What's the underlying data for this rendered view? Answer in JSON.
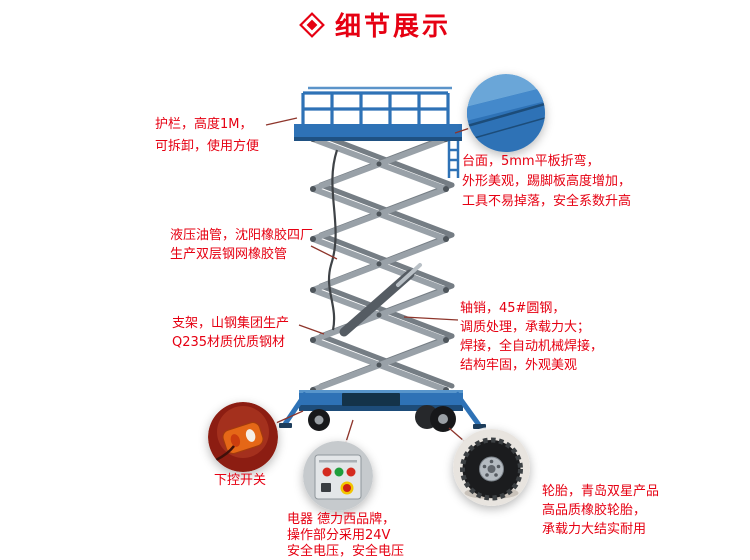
{
  "header": {
    "title": "细节展示"
  },
  "colors": {
    "accent_red": "#e60012",
    "lift_blue": "#2e72b6",
    "scissor_gray": "#99a1a8",
    "connector_line": "#8e352b"
  },
  "annotations": {
    "guardrail": {
      "lines": [
        "护栏，高度1M，",
        "可拆卸，使用方便"
      ]
    },
    "platform": {
      "lines": [
        "台面，5mm平板折弯，",
        "外形美观，踢脚板高度增加，",
        "工具不易掉落，安全系数升高"
      ]
    },
    "hydraulic_pipe": {
      "lines": [
        "液压油管，沈阳橡胶四厂",
        "生产双层钢网橡胶管"
      ]
    },
    "support_frame": {
      "lines": [
        "支架，山钢集团生产",
        "Q235材质优质钢材"
      ]
    },
    "axle_pin": {
      "lines": [
        "轴销，45#圆钢，",
        "调质处理，承载力大；",
        "焊接，全自动机械焊接，",
        "结构牢固，外观美观"
      ]
    },
    "lower_control": {
      "lines": [
        "下控开关"
      ]
    },
    "electrical": {
      "lines": [
        "电器 德力西品牌，",
        "操作部分采用24V",
        "安全电压，安全电压"
      ]
    },
    "tires": {
      "lines": [
        "轮胎，青岛双星产品",
        "高品质橡胶轮胎，",
        "承载力大结实耐用"
      ]
    }
  }
}
